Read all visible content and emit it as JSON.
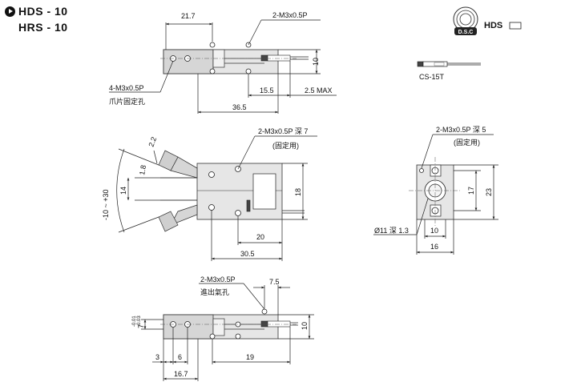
{
  "header": {
    "line1": "HDS - 10",
    "line2": "HRS - 10"
  },
  "badge": {
    "label": "HDS",
    "logo_text": "D.S.C"
  },
  "sensor_label": "CS-15T",
  "top_view": {
    "dim_width_left": "21.7",
    "callout_thread": "2-M3x0.5P",
    "callout_jaw_holes": "4-M3x0.5P",
    "callout_jaw_holes_cn": "爪片固定孔",
    "dim_height": "10",
    "dim_sensor": "15.5",
    "dim_max": "2.5 MAX",
    "dim_total": "36.5"
  },
  "mid_view": {
    "angle_1": "2.2",
    "angle_2": "1.8",
    "dim_jaw": "14",
    "dim_stroke": "-10 ~ +30",
    "callout_thread": "2-M3x0.5P 深 7",
    "callout_fixed": "(固定用)",
    "dim_height": "18",
    "dim_inner": "20",
    "dim_total": "30.5"
  },
  "side_view": {
    "callout_thread": "2-M3x0.5P 深 5",
    "callout_fixed": "(固定用)",
    "dim_17": "17",
    "dim_23": "23",
    "callout_bore": "Ø11 深 1.3",
    "dim_10": "10",
    "dim_16": "16"
  },
  "bottom_view": {
    "callout_thread": "2-M3x0.5P",
    "callout_port": "進出氣孔",
    "dim_7_5": "7.5",
    "dim_7": "7",
    "tol_upper": "-0.01",
    "tol_lower": "-0.03",
    "dim_10": "10",
    "dim_3": "3",
    "dim_6": "6",
    "dim_19": "19",
    "dim_16_7": "16.7"
  },
  "colors": {
    "body_fill": "#e6e6e6",
    "line": "#222222"
  }
}
